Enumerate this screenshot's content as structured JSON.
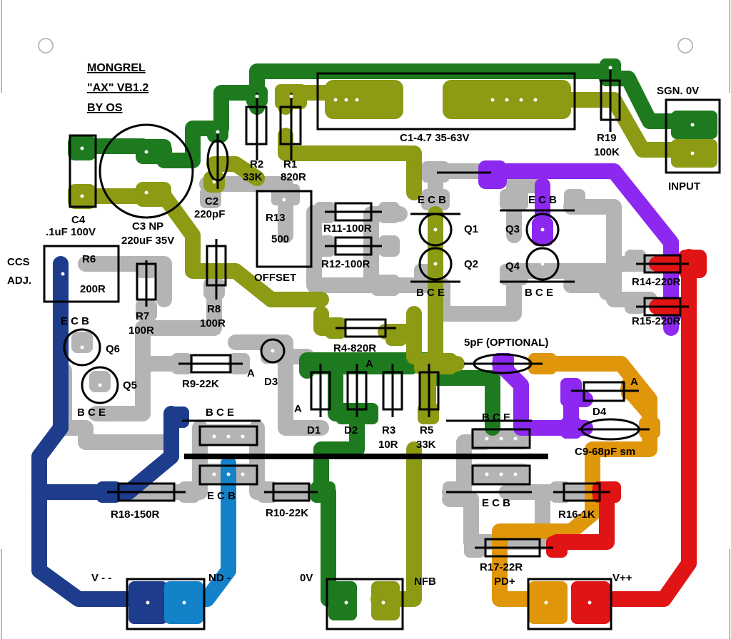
{
  "title": {
    "line1": "MONGREL",
    "line2": "\"AX\" VB1.2",
    "line3": "BY OS"
  },
  "labels": {
    "c1": "C1-4.7 35-63V",
    "r19": "R19",
    "r19v": "100K",
    "sgn": "SGN. 0V",
    "input": "INPUT",
    "r2": "R2",
    "r2v": "33K",
    "r1": "R1",
    "r1v": "820R",
    "c2": "C2",
    "c2v": "220pF",
    "r13": "R13",
    "r13v": "500",
    "offset": "OFFSET",
    "c4": "C4",
    "c4v": ".1uF 100V",
    "c3": "C3 NP",
    "c3v": "220uF 35V",
    "ccs1": "CCS",
    "ccs2": "ADJ.",
    "r6": "R6",
    "r6v": "200R",
    "r7": "R7",
    "r7v": "100R",
    "r8": "R8",
    "r8v": "100R",
    "r11": "R11-100R",
    "r12": "R12-100R",
    "q1": "Q1",
    "q2": "Q2",
    "q3": "Q3",
    "q4": "Q4",
    "q5": "Q5",
    "q6": "Q6",
    "ecb": "E C B",
    "bce": "B C E",
    "r4": "R4-820R",
    "pf5": "5pF (OPTIONAL)",
    "r14": "R14-220R",
    "r15": "R15-220R",
    "r9": "R9-22K",
    "d3": "D3",
    "a": "A",
    "d1": "D1",
    "d2": "D2",
    "r3": "R3",
    "r3v": "10R",
    "r5": "R5",
    "r5v": "33K",
    "d4": "D4",
    "c9": "C9-68pF sm",
    "r18": "R18-150R",
    "r10": "R10-22K",
    "r16": "R16-1K",
    "r17": "R17-22R",
    "vmm": "V - -",
    "nd": "ND -",
    "zero": "0V",
    "nfb": "NFB",
    "pd": "PD+",
    "vpp": "V++"
  },
  "colors": {
    "dark_green": "#1e7a1e",
    "olive": "#8c9a14",
    "grey": "#b4b4b4",
    "purple": "#8c28f0",
    "red": "#e01414",
    "orange": "#e0960a",
    "dark_blue": "#1e3c8c",
    "light_blue": "#1482c8"
  }
}
